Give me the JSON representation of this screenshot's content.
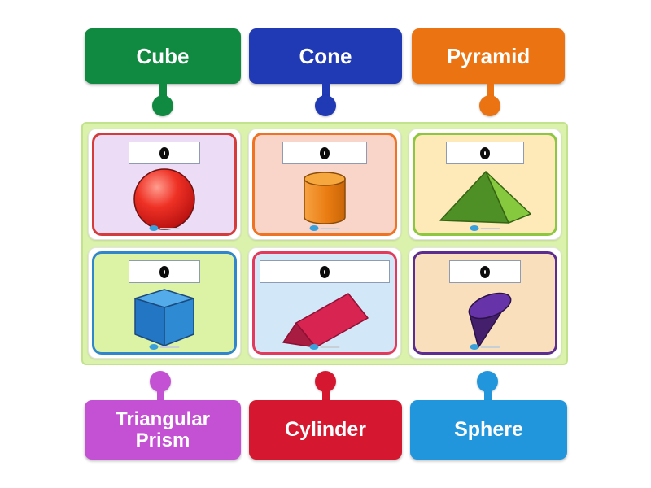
{
  "activity": {
    "type": "labelled-diagram-matching",
    "board": {
      "background": "#daf2ab",
      "border": "#c2e28e"
    },
    "slot_glyph": "O"
  },
  "top_labels": [
    {
      "label": "Cube",
      "color": "#118a41"
    },
    {
      "label": "Cone",
      "color": "#2039b4"
    },
    {
      "label": "Pyramid",
      "color": "#ec7312"
    }
  ],
  "bottom_labels": [
    {
      "label": "Triangular Prism",
      "color": "#c451d4"
    },
    {
      "label": "Cylinder",
      "color": "#d5182f"
    },
    {
      "label": "Sphere",
      "color": "#2196dd"
    }
  ],
  "cards": [
    {
      "shape": "sphere",
      "background": "#ecdcf5",
      "border": "#d43c3c",
      "slot": "O",
      "shape_colors": [
        "#ef3125",
        "#b50f0f"
      ]
    },
    {
      "shape": "cylinder",
      "background": "#f9d4c9",
      "border": "#ee7322",
      "slot": "O",
      "shape_colors": [
        "#ea7d12",
        "#f6a83f"
      ]
    },
    {
      "shape": "pyramid",
      "background": "#fdeab8",
      "border": "#8dc63f",
      "slot": "O",
      "shape_colors": [
        "#4e8f26",
        "#86c93f"
      ]
    },
    {
      "shape": "cube",
      "background": "#dcf2a5",
      "border": "#2f86ca",
      "slot": "O",
      "shape_colors": [
        "#54abe9",
        "#2276c4",
        "#2e8ad2"
      ]
    },
    {
      "shape": "triangular-prism",
      "background": "#d2e7f8",
      "border": "#e23a5c",
      "slot": "O",
      "shape_colors": [
        "#d82450",
        "#a81c42"
      ]
    },
    {
      "shape": "cone",
      "background": "#f9dfbc",
      "border": "#5c2d8e",
      "slot": "O",
      "shape_colors": [
        "#44206c",
        "#6633a8"
      ]
    }
  ]
}
